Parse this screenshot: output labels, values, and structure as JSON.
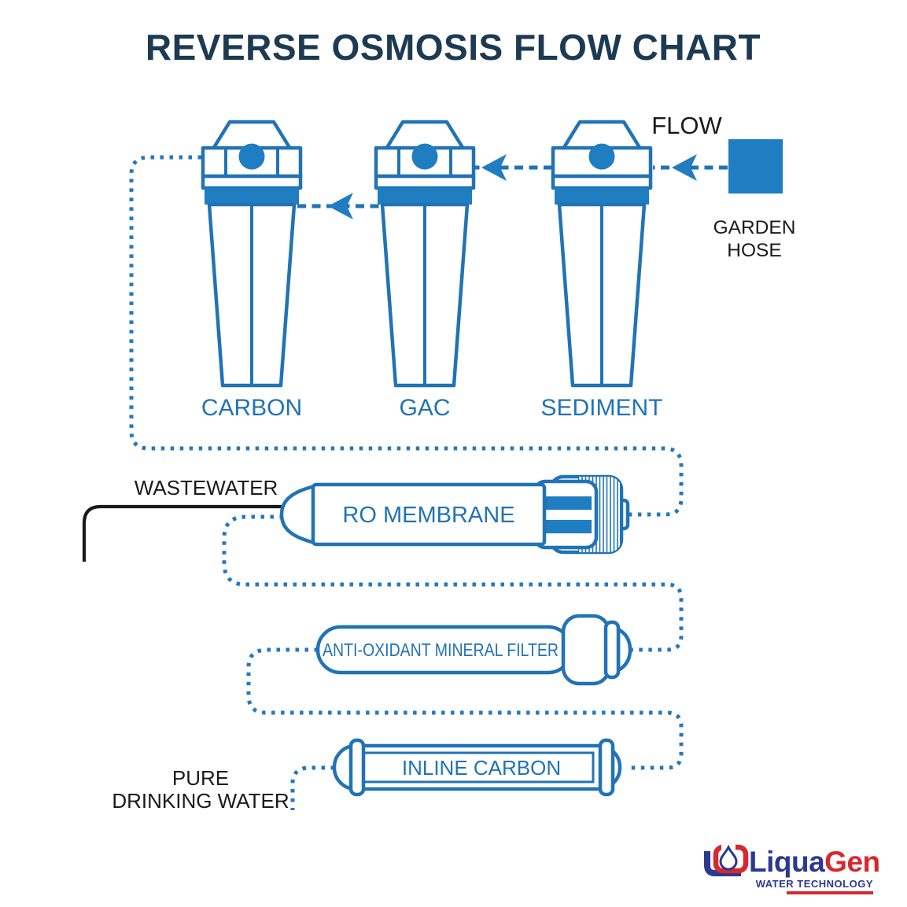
{
  "title": "REVERSE OSMOSIS FLOW CHART",
  "labels": {
    "flow": "FLOW"
  },
  "source": {
    "line1": "GARDEN",
    "line2": "HOSE"
  },
  "stage_filters": [
    {
      "id": "carbon",
      "label": "CARBON"
    },
    {
      "id": "gac",
      "label": "GAC"
    },
    {
      "id": "sediment",
      "label": "SEDIMENT"
    }
  ],
  "membrane": {
    "label": "RO MEMBRANE",
    "wastewater_label": "WASTEWATER"
  },
  "post_filters": [
    {
      "id": "anti-oxidant-mineral-filter",
      "label": "ANTI-OXIDANT MINERAL FILTER"
    },
    {
      "id": "inline-carbon",
      "label": "INLINE CARBON"
    }
  ],
  "output": {
    "line1": "PURE",
    "line2": "DRINKING WATER"
  },
  "flow_sequence": [
    "GARDEN HOSE",
    "SEDIMENT",
    "GAC",
    "CARBON",
    "RO MEMBRANE",
    "ANTI-OXIDANT MINERAL FILTER",
    "INLINE CARBON",
    "PURE DRINKING WATER"
  ],
  "branches": {
    "wastewater_from": "RO MEMBRANE"
  },
  "logo": {
    "brand_blue": "Liqua",
    "brand_red": "Gen",
    "tagline": "WATER TECHNOLOGY"
  },
  "colors": {
    "diagram_blue": "#2173B6",
    "diagram_blue_fill": "#1F7DC2",
    "title_navy": "#1C3A52",
    "text_black": "#1a1a1a",
    "logo_navy": "#2B3990",
    "logo_red": "#D7282F",
    "background": "#ffffff"
  }
}
